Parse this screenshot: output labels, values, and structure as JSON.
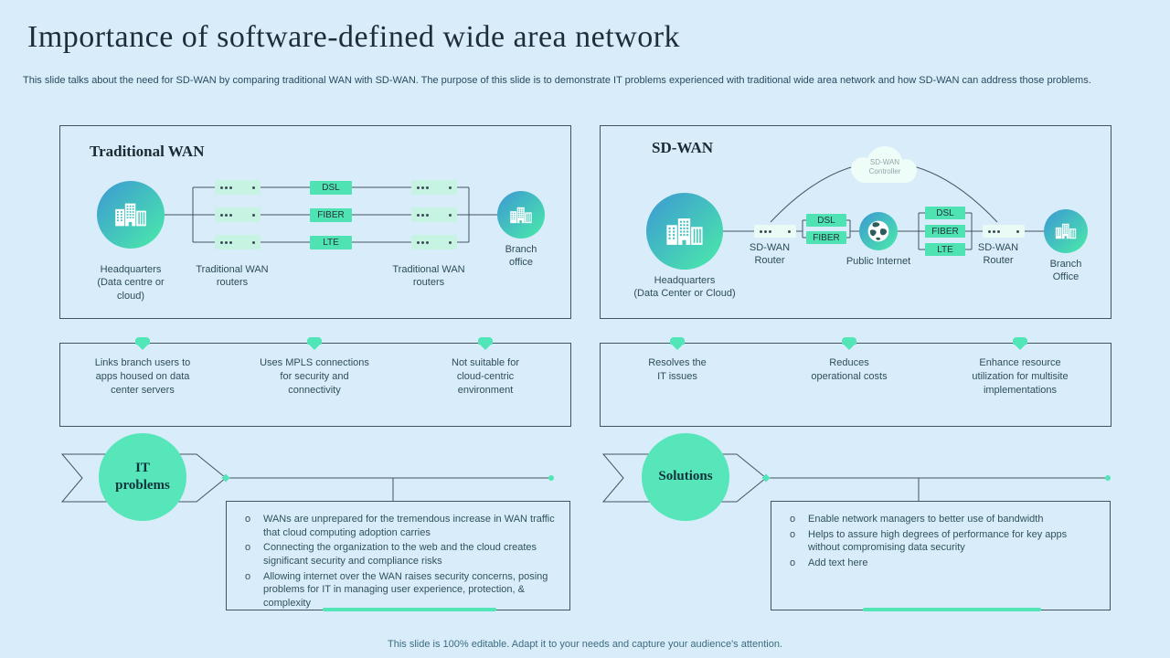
{
  "theme": {
    "background": "#d8edf9",
    "accent_mint": "#4fe3b4",
    "accent_mint_light": "#c7f3e2",
    "line_color": "#44545f",
    "circle_gradient_start": "#3ea2ce",
    "circle_gradient_end": "#49e2ae"
  },
  "slide": {
    "title": "Importance of software-defined wide area network",
    "subtitle": "This slide talks about the need for SD-WAN by comparing traditional WAN with SD-WAN. The purpose of this slide is to demonstrate IT problems experienced with traditional wide area network and how SD-WAN can address those problems.",
    "footer": "This slide is 100% editable.  Adapt it to your needs and capture your audience's attention."
  },
  "traditional_wan": {
    "title": "Traditional WAN",
    "headquarters_label": "Headquarters\n(Data centre or\ncloud)",
    "routers_left_label": "Traditional WAN\nrouters",
    "routers_right_label": "Traditional WAN\nrouters",
    "links": [
      "DSL",
      "FIBER",
      "LTE"
    ],
    "branch_label": "Branch\noffice",
    "features": [
      "Links branch users to\napps housed on data\ncenter servers",
      "Uses MPLS connections\nfor security and\nconnectivity",
      "Not suitable for\ncloud-centric\nenvironment"
    ]
  },
  "sd_wan": {
    "title": "SD-WAN",
    "headquarters_label": "Headquarters\n(Data Center or Cloud)",
    "router_left_label": "SD-WAN\nRouter",
    "router_right_label": "SD-WAN\nRouter",
    "controller_label": "SD-WAN\nController",
    "internet_label": "Public Internet",
    "links_left": [
      "DSL",
      "FIBER"
    ],
    "links_right": [
      "DSL",
      "FIBER",
      "LTE"
    ],
    "branch_label": "Branch\nOffice",
    "features": [
      "Resolves the\nIT issues",
      "Reduces\noperational  costs",
      "Enhance resource\nutilization for multisite\nimplementations"
    ]
  },
  "it_problems": {
    "label": "IT\nproblems",
    "bullets": [
      "WANs are unprepared for the tremendous increase in WAN traffic that cloud computing adoption carries",
      "Connecting the organization to the web and the cloud creates significant security and compliance risks",
      "Allowing internet over the WAN raises security concerns, posing problems for IT in managing user experience, protection, & complexity"
    ]
  },
  "solutions": {
    "label": "Solutions",
    "bullets": [
      "Enable network managers to better use of bandwidth",
      "Helps to assure high degrees of performance for key apps without compromising data security",
      "Add text here"
    ]
  }
}
